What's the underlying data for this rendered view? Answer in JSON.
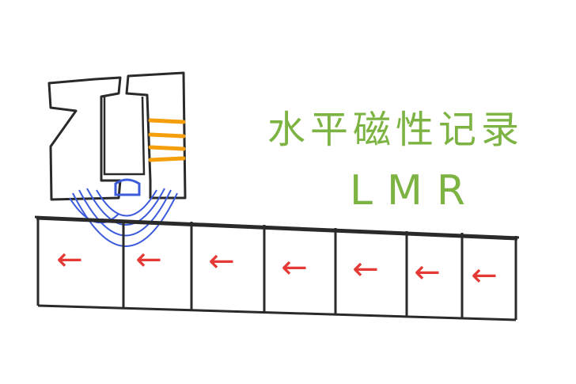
{
  "title_cn": "水平磁性记录",
  "title_en": "LMR",
  "arrow_glyph": "←",
  "bit_cells": [
    {
      "direction": "left"
    },
    {
      "direction": "left"
    },
    {
      "direction": "left"
    },
    {
      "direction": "left"
    },
    {
      "direction": "left"
    },
    {
      "direction": "left"
    },
    {
      "direction": "left"
    }
  ],
  "colors": {
    "sketch": "#2a2a2a",
    "title": "#7cb342",
    "arrows": "#e53935",
    "coil": "#f59e0b",
    "field_lines": "#3b5bdb"
  }
}
